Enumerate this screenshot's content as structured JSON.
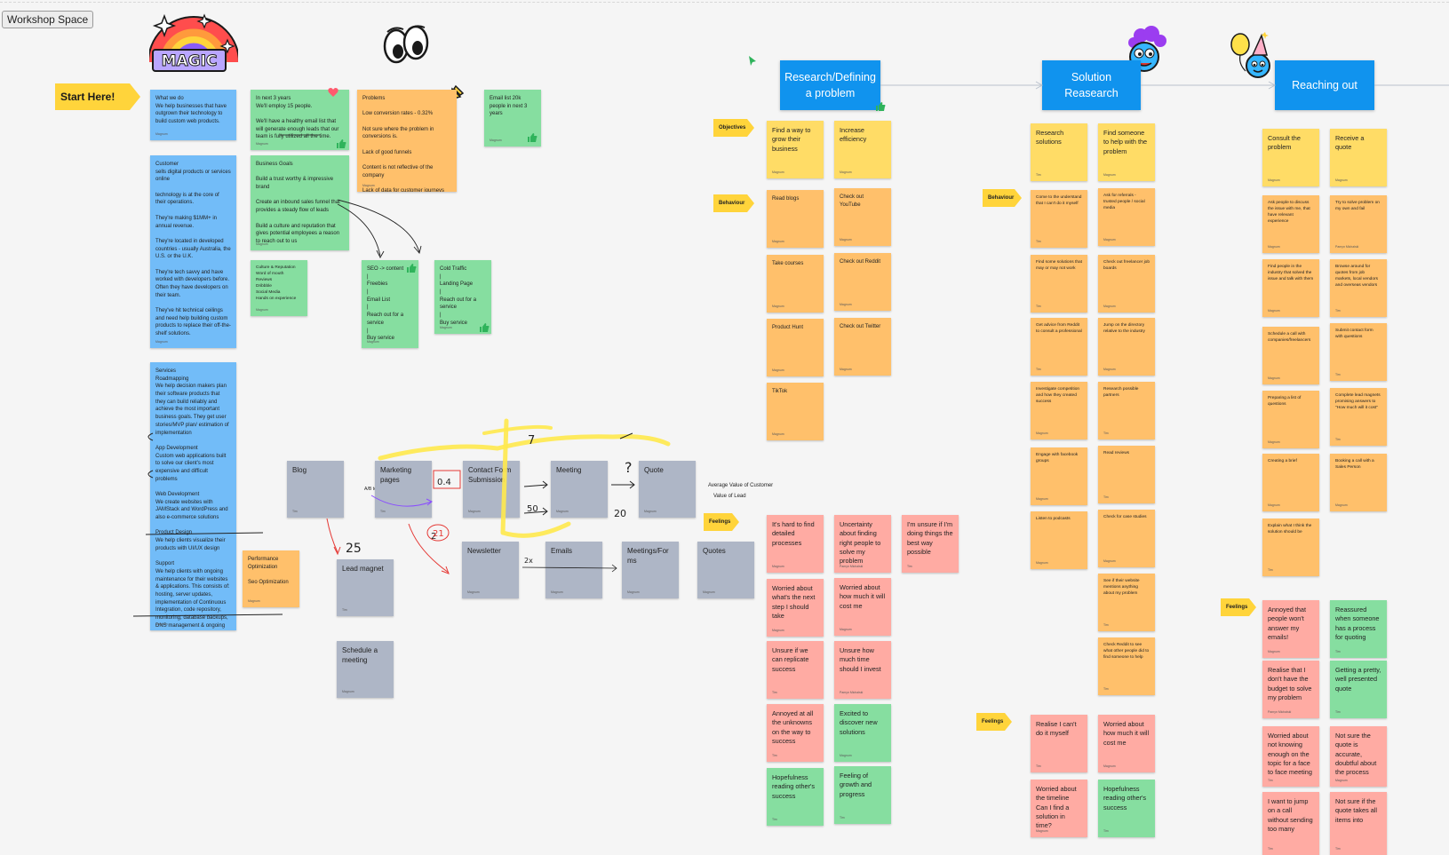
{
  "workspace": {
    "label": "Workshop Space"
  },
  "start_marker": {
    "label": "Start Here!"
  },
  "magic_sticker": {
    "text": "MAGIC"
  },
  "stages": {
    "research": "Research/Defining a problem",
    "solution": "Solution Reasearch",
    "reaching": "Reaching out"
  },
  "tags": {
    "objectives": "Objectives",
    "behaviour_1": "Behaviour",
    "feelings_1": "Feelings",
    "behaviour_2": "Behaviour",
    "feelings_2": "Feelings",
    "feelings_3": "Feelings"
  },
  "floating_text": {
    "avg_value": "Average Value of Customer",
    "value_lead": "Value of Lead",
    "ab_testing": "A/B testing?"
  },
  "handwriting": [
    "0.4",
    "2",
    "7",
    "?",
    "20",
    "50",
    "25",
    "21",
    "2x"
  ],
  "notes": {
    "what_we_do": {
      "text": "What we do\nWe help businesses that have outgrown their technology to build custom web products.",
      "author": "Magnum"
    },
    "customer": {
      "text": "Customer\nsells digital products or services online\n\ntechnology is at the core of their operations.\n\nThey're making $1MM+ in annual revenue.\n\nThey're located in developed countries - usually Australia, the U.S. or the U.K.\n\nThey're tech savvy and have worked with developers before. Often they have developers on their team.\n\nThey've hit technical ceilings and need help building custom products to replace their off-the-shelf solutions.",
      "author": "Magnum"
    },
    "services": {
      "text": "Services\nRoadmapping\nWe help decision makers plan their software products that they can build reliably and achieve the most important business goals. They get user stories/MVP plan/ estimation of implementation\n\nApp Development\nCustom web applications built to solve our client's most expensive and difficult problems\n\nWeb Development\nWe create websites with JAMStack and WordPress and also e-commerce solutions\n\nProduct Design\nWe help clients visualize their products with UI/UX design\n\nSupport\nWe help clients with ongoing maintenance for their websites & applications. This consists of: hosting, server updates, implementation of Continuous Integration, code repository, monitoring, database backups, DNS management & ongoing changes that they need.",
      "author": "Magnum"
    },
    "perf": {
      "text": "Performance Optimization\n\nSeo Optimization",
      "author": "Magnum"
    },
    "next3": {
      "text": "In next 3 years\nWe'll employ 15 people.\n\nWe'll have a healthy email list that will generate enough leads that our team is fully utilized all the time.",
      "author": "Magnum"
    },
    "goals": {
      "text": "Business Goals\n\nBuild a trust worthy & impressive brand\n\nCreate an inbound sales funnel that provides a steady flow of leads\n\nBuild a culture and reputation that gives potential employees a reason to reach out to us",
      "author": "Magnum"
    },
    "culture": {
      "text": "Culture & Reputation\nWord of mouth\nReviews\nDribbble\nSocial Media\nHands on experience",
      "author": "Magnum"
    },
    "problems": {
      "text": "Problems\n\nLow conversion rates - 0.32%\n\nNot sure where the problem in conversions is.\n\nLack of good funnels\n\nContent is not reflective of the company\n\nLack of data for customer journeys",
      "author": "Magnum"
    },
    "seo": {
      "text": "SEO -> content\n|\nFreebies\n|\nEmail List\n|\nReach out for a service\n|\nBuy service",
      "author": "Magnum"
    },
    "cold": {
      "text": "Cold Traffic\n|\nLanding Page\n|\nReach out for a service\n|\nBuy service",
      "author": "Magnum"
    },
    "email_list": {
      "text": "Email list 20k people in next 3 years",
      "author": "Magnum"
    },
    "blog": {
      "text": "Blog",
      "author": "Tim"
    },
    "marketing": {
      "text": "Marketing pages",
      "author": "Tim"
    },
    "contact": {
      "text": "Contact Form Submission",
      "author": "Magnum"
    },
    "meeting": {
      "text": "Meeting",
      "author": "Magnum"
    },
    "quote": {
      "text": "Quote",
      "author": "Magnum"
    },
    "leadmagnet": {
      "text": "Lead magnet",
      "author": "Tim"
    },
    "newsletter": {
      "text": "Newsletter",
      "author": "Magnum"
    },
    "emails": {
      "text": "Emails",
      "author": "Magnum"
    },
    "meetforms": {
      "text": "Meetings/Forms",
      "author": "Magnum"
    },
    "quotes": {
      "text": "Quotes",
      "author": "Magnum"
    },
    "schedule": {
      "text": "Schedule a meeting",
      "author": "Magnum"
    },
    "r_obj1": {
      "text": "Find a way to grow their business",
      "author": "Magnum"
    },
    "r_obj2": {
      "text": "Increase efficiency",
      "author": "Magnum"
    },
    "r_b1": {
      "text": "Read blogs",
      "author": "Magnum"
    },
    "r_b2": {
      "text": "Check out YouTube",
      "author": "Magnum"
    },
    "r_b3": {
      "text": "Take courses",
      "author": "Magnum"
    },
    "r_b4": {
      "text": "Check out Reddit",
      "author": "Magnum"
    },
    "r_b5": {
      "text": "Product Hunt",
      "author": "Magnum"
    },
    "r_b6": {
      "text": "Check out Twitter",
      "author": "Magnum"
    },
    "r_b7": {
      "text": "TikTok",
      "author": "Magnum"
    },
    "r_f1": {
      "text": "It's hard to find detailed processes",
      "author": "Magnum"
    },
    "r_f2": {
      "text": "Uncertainty about finding right people to solve my problem",
      "author": "Pamyn Michalski"
    },
    "r_f3": {
      "text": "I'm unsure if I'm doing things the best way possible",
      "author": "Tim"
    },
    "r_f4": {
      "text": "Worried about what's the next step I should take",
      "author": "Magnum"
    },
    "r_f5": {
      "text": "Worried about how much it will cost me",
      "author": "Magnum"
    },
    "r_f6": {
      "text": "Unsure if we can replicate success",
      "author": "Tim"
    },
    "r_f7": {
      "text": "Unsure how much time should I invest",
      "author": "Pamyn Michalski"
    },
    "r_f8": {
      "text": "Annoyed at all the unknowns on the way to success",
      "author": "Tim"
    },
    "r_f9": {
      "text": "Excited to discover new solutions",
      "author": "Magnum"
    },
    "r_f10": {
      "text": "Hopefulness reading other's success",
      "author": "Tim"
    },
    "r_f11": {
      "text": "Feeling of growth and progress",
      "author": "Tim"
    },
    "s_obj1": {
      "text": "Research solutions",
      "author": "Tim"
    },
    "s_obj2": {
      "text": "Find someone to help with the problem",
      "author": "Magnum"
    },
    "s_b1": {
      "text": "Come to the understand that I can't do it myself",
      "author": "Tim"
    },
    "s_b2": {
      "text": "Ask for referrals - trusted people / social media",
      "author": "Magnum"
    },
    "s_b3": {
      "text": "Find some solutions that may or may not work",
      "author": "Tim"
    },
    "s_b4": {
      "text": "Check out freelancer job boards",
      "author": "Magnum"
    },
    "s_b5": {
      "text": "Get advice from Reddit to consult a professional",
      "author": "Tim"
    },
    "s_b6": {
      "text": "Jump on the directory relative to the industry",
      "author": "Magnum"
    },
    "s_b7": {
      "text": "Investigate competition and how they created success",
      "author": "Magnum"
    },
    "s_b8": {
      "text": "Research possible partners",
      "author": "Tim"
    },
    "s_b9": {
      "text": "Engage with facebook groups",
      "author": "Magnum"
    },
    "s_b10": {
      "text": "Read reviews",
      "author": "Tim"
    },
    "s_b11": {
      "text": "Listen to podcasts",
      "author": "Magnum"
    },
    "s_b12": {
      "text": "Check for case studies",
      "author": "Magnum"
    },
    "s_b13": {
      "text": "See if their website mentions anything about my problem",
      "author": "Tim"
    },
    "s_b14": {
      "text": "Check Reddit to see what other people did to find someone to help",
      "author": "Tim"
    },
    "s_f1": {
      "text": "Realise I can't do it myself",
      "author": "Tim"
    },
    "s_f2": {
      "text": "Worried about how much it will cost me",
      "author": "Magnum"
    },
    "s_f3": {
      "text": "Worried about the timeline Can I find a solution in time?",
      "author": "Magnum"
    },
    "s_f4": {
      "text": "Hopefulness reading other's success",
      "author": "Tim"
    },
    "o_obj1": {
      "text": "Consult the problem",
      "author": "Magnum"
    },
    "o_obj2": {
      "text": "Receive a quote",
      "author": "Magnum"
    },
    "o_b1": {
      "text": "Ask people to discuss the issue with me, that have relevant experience",
      "author": "Magnum"
    },
    "o_b2": {
      "text": "Try to solve problem on my own and fail",
      "author": "Pamyn Michalski"
    },
    "o_b3": {
      "text": "Find people in the industry that solved the issue and talk with them",
      "author": "Magnum"
    },
    "o_b4": {
      "text": "Browse around for quotes from job markets, local vendors and overseas vendors",
      "author": "Tim"
    },
    "o_b5": {
      "text": "Schedule a call with companies/freelancers",
      "author": "Magnum"
    },
    "o_b6": {
      "text": "Submit contact form with questions",
      "author": "Tim"
    },
    "o_b7": {
      "text": "Preparing a list of questions",
      "author": "Magnum"
    },
    "o_b8": {
      "text": "Complete lead magnets promising answers to \"How much will it cost\"",
      "author": "Tim"
    },
    "o_b9": {
      "text": "Creating a brief",
      "author": "Magnum"
    },
    "o_b10": {
      "text": "Booking a call with a Sales Person",
      "author": "Magnum"
    },
    "o_b11": {
      "text": "Explain what I think the solution should be",
      "author": "Tim"
    },
    "o_f1": {
      "text": "Annoyed that people won't answer my emails!",
      "author": "Magnum"
    },
    "o_f2": {
      "text": "Reassured when someone has a process for quoting",
      "author": "Tim"
    },
    "o_f3": {
      "text": "Realise that I don't have the budget to solve my problem",
      "author": "Pamyn Michalski"
    },
    "o_f4": {
      "text": "Getting a pretty, well presented quote",
      "author": "Tim"
    },
    "o_f5": {
      "text": "Worried about not knowing enough on the topic for a face to face meeting",
      "author": "Tim"
    },
    "o_f6": {
      "text": "Not sure the quote is accurate, doubtful about the process",
      "author": "Magnum"
    },
    "o_f7": {
      "text": "I want to jump on a call without sending too many",
      "author": "Tim"
    },
    "o_f8": {
      "text": "Not sure if the quote takes all items into",
      "author": "Tim"
    }
  }
}
